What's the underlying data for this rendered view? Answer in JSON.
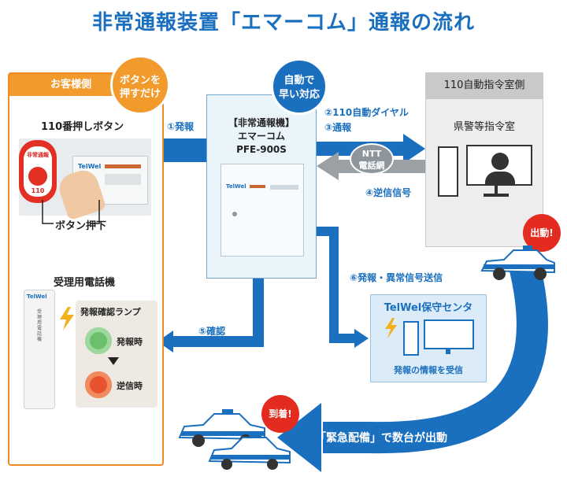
{
  "title": "非常通報装置「エマーコム」通報の流れ",
  "customer": {
    "header": "お客様側",
    "badge_line1": "ボタンを",
    "badge_line2": "押すだけ",
    "button_section": "110番押しボタン",
    "button_top_text": "非常通報",
    "button_number": "110",
    "wall_brand": "TelWel",
    "button_press": "ボタン押下",
    "phone_section": "受理用電話機",
    "phone_brand": "TelWel",
    "phone_side_text": "受理用電話機",
    "lamp_title": "発報確認ランプ",
    "lamp_on": "発報時",
    "lamp_reverse": "逆信時"
  },
  "device": {
    "badge_line1": "自動で",
    "badge_line2": "早い対応",
    "label_line1": "【非常通報機】",
    "label_line2": "エマーコム",
    "label_line3": "PFE-900S",
    "box_brand": "TelWel"
  },
  "police": {
    "header": "110自動指令室側",
    "room": "県警等指令室"
  },
  "flow": {
    "step1": "①発報",
    "step2": "②110自動ダイヤル",
    "step3": "③通報",
    "network_line1": "NTT",
    "network_line2": "電話網",
    "step4": "④逆信信号",
    "step5": "⑤確認",
    "step6": "⑥発報・異常信号送信"
  },
  "telwel": {
    "title": "TelWel保守センタ",
    "caption": "発報の情報を受信"
  },
  "dispatch": {
    "depart": "出動!",
    "arrive": "到着!",
    "emergency": "「緊急配備」で数台が出動"
  },
  "colors": {
    "brand_blue": "#1a6fbe",
    "accent_orange": "#f39a2c",
    "alert_red": "#e32b1f"
  }
}
